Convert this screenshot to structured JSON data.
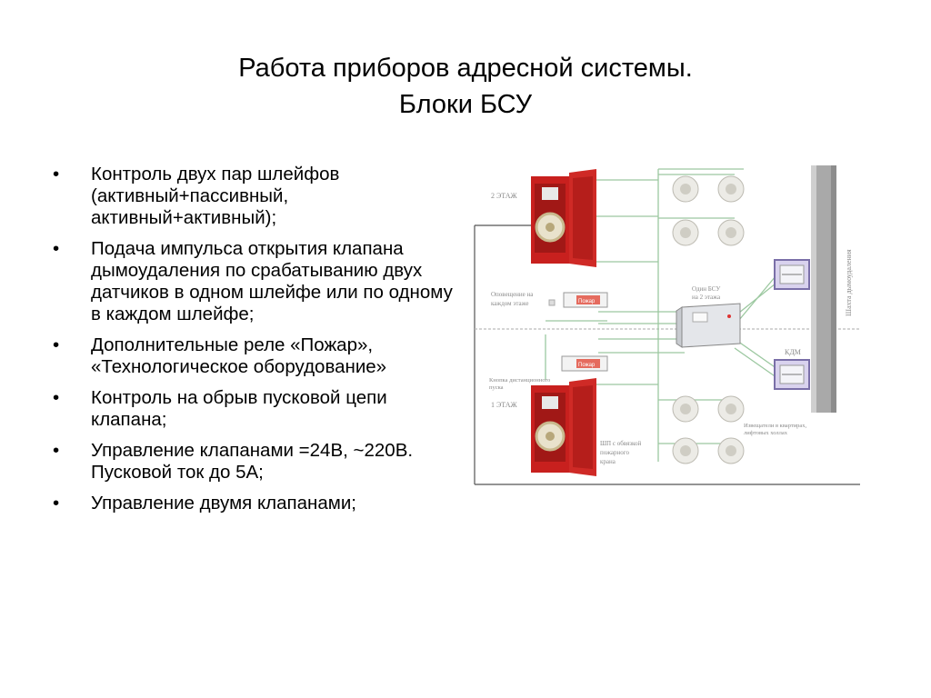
{
  "title": {
    "line1": "Работа приборов адресной системы.",
    "line2": "Блоки БСУ"
  },
  "bullets": [
    "Контроль двух пар шлейфов (активный+пассивный, активный+активный);",
    "Подача импульса открытия клапана дымоудаления по срабатыванию двух датчиков в одном шлейфе или по одному в каждом шлейфе;",
    "Дополнительные реле «Пожар», «Технологическое оборудование»",
    "Контроль на обрыв пусковой цепи клапана;",
    "Управление клапанами =24В, ~220В. Пусковой ток до 5А;",
    "Управление двумя клапанами;"
  ],
  "diagram": {
    "floor2": "2 ЭТАЖ",
    "floor1": "1 ЭТАЖ",
    "notify_line1": "Оповещение на",
    "notify_line2": "каждом этаже",
    "alarm_label": "Пожар",
    "bsu_line1": "Один БСУ",
    "bsu_line2": "на 2 этажа",
    "kdm": "КДМ",
    "shaft": "Шахта дымоудаления",
    "button_line1": "Кнопка дистанционного",
    "button_line2": "пуска",
    "detectors_line1": "Извещатели в квартирах,",
    "detectors_line2": "лифтовых холлах",
    "hydrant_line1": "ШП с обвязкой",
    "hydrant_line2": "пожарного",
    "hydrant_line3": "крана"
  },
  "colors": {
    "cabinet_red": "#c8201e",
    "wire_green": "#9cc8a0",
    "shaft_gray": "#a9a9a9",
    "label_gray": "#8a8a8a"
  }
}
